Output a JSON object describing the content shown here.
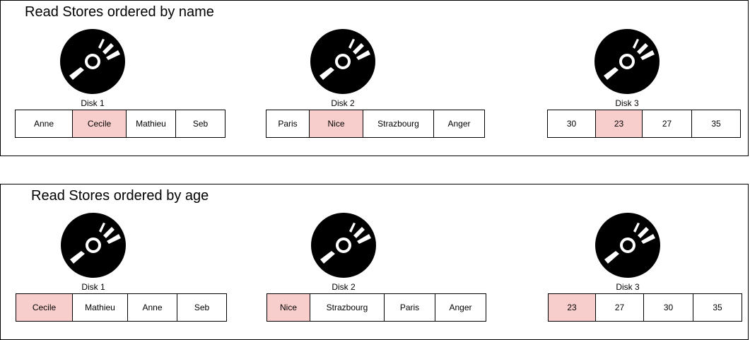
{
  "panels": [
    {
      "title": "Read Stores ordered by name",
      "disks": [
        {
          "label": "Disk 1",
          "cells": [
            {
              "text": "Anne",
              "highlight": false
            },
            {
              "text": "Cecile",
              "highlight": true
            },
            {
              "text": "Mathieu",
              "highlight": false
            },
            {
              "text": "Seb",
              "highlight": false
            }
          ]
        },
        {
          "label": "Disk 2",
          "cells": [
            {
              "text": "Paris",
              "highlight": false
            },
            {
              "text": "Nice",
              "highlight": true
            },
            {
              "text": "Strazbourg",
              "highlight": false
            },
            {
              "text": "Anger",
              "highlight": false
            }
          ]
        },
        {
          "label": "Disk 3",
          "cells": [
            {
              "text": "30",
              "highlight": false
            },
            {
              "text": "23",
              "highlight": true
            },
            {
              "text": "27",
              "highlight": false
            },
            {
              "text": "35",
              "highlight": false
            }
          ]
        }
      ]
    },
    {
      "title": "Read Stores ordered by age",
      "disks": [
        {
          "label": "Disk 1",
          "cells": [
            {
              "text": "Cecile",
              "highlight": true
            },
            {
              "text": "Mathieu",
              "highlight": false
            },
            {
              "text": "Anne",
              "highlight": false
            },
            {
              "text": "Seb",
              "highlight": false
            }
          ]
        },
        {
          "label": "Disk 2",
          "cells": [
            {
              "text": "Nice",
              "highlight": true
            },
            {
              "text": "Strazbourg",
              "highlight": false
            },
            {
              "text": "Paris",
              "highlight": false
            },
            {
              "text": "Anger",
              "highlight": false
            }
          ]
        },
        {
          "label": "Disk 3",
          "cells": [
            {
              "text": "23",
              "highlight": true
            },
            {
              "text": "27",
              "highlight": false
            },
            {
              "text": "30",
              "highlight": false
            },
            {
              "text": "35",
              "highlight": false
            }
          ]
        }
      ]
    }
  ],
  "colors": {
    "highlight": "#f8cecc",
    "stroke": "#000000"
  },
  "icons": {
    "disk": "disk-icon"
  }
}
